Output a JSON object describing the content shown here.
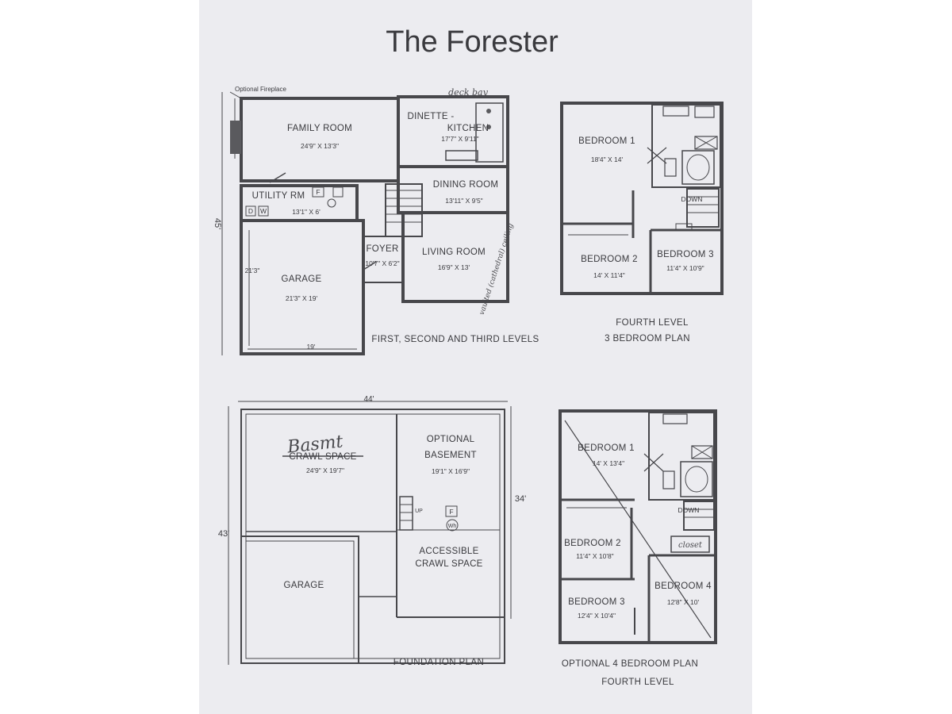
{
  "title": "The Forester",
  "first_plan": {
    "caption": "FIRST, SECOND AND THIRD LEVELS",
    "fireplace_note": "Optional Fireplace",
    "deck_note": "deck bay",
    "vaulted_note": "vaulted (cathedral) ceiling",
    "overall_dim": "45'",
    "garage_width": "19'",
    "garage_depth": "21'3\"",
    "rooms": [
      {
        "name": "FAMILY ROOM",
        "dim": "24'9\" X 13'3\""
      },
      {
        "name": "DINETTE -",
        "name2": "KITCHEN",
        "dim": "17'7\" X 9'11\""
      },
      {
        "name": "DINING ROOM",
        "dim": "13'11\" X 9'5\""
      },
      {
        "name": "UTILITY RM",
        "dim": "13'1\" X 6'"
      },
      {
        "name": "FOYER",
        "dim": "10'7\" X 6'2\""
      },
      {
        "name": "LIVING ROOM",
        "dim": "16'9\" X 13'"
      },
      {
        "name": "GARAGE",
        "dim": "21'3\" X 19'"
      }
    ]
  },
  "fourth_plan": {
    "caption_line1": "FOURTH LEVEL",
    "caption_line2": "3 BEDROOM PLAN",
    "rooms": [
      {
        "name": "BEDROOM 1",
        "dim": "18'4\" X 14'"
      },
      {
        "name": "BEDROOM 2",
        "dim": "14' X 11'4\""
      },
      {
        "name": "BEDROOM 3",
        "dim": "11'4\" X 10'9\""
      }
    ]
  },
  "foundation_plan": {
    "caption": "FOUNDATION PLAN",
    "width_dim": "44'",
    "depth_dim": "43'",
    "basement_depth": "34'",
    "handwritten": "Basmt",
    "rooms": [
      {
        "name": "CRAWL SPACE",
        "dim": "24'9\" X 19'7\""
      },
      {
        "name": "OPTIONAL",
        "name2": "BASEMENT",
        "dim": "19'1\" X 16'9\""
      },
      {
        "name": "ACCESSIBLE",
        "name2": "CRAWL SPACE"
      },
      {
        "name": "GARAGE"
      }
    ]
  },
  "optional_plan": {
    "caption_line1": "OPTIONAL 4 BEDROOM PLAN",
    "caption_line2": "FOURTH LEVEL",
    "closet_note": "closet",
    "rooms": [
      {
        "name": "BEDROOM 1",
        "dim": "14' X 13'4\""
      },
      {
        "name": "BEDROOM 2",
        "dim": "11'4\" X 10'8\""
      },
      {
        "name": "BEDROOM 3",
        "dim": "12'4\" X 10'4\""
      },
      {
        "name": "BEDROOM 4",
        "dim": "12'8\" X 10'"
      }
    ]
  },
  "symbols": {
    "furnace": "F",
    "water_heater": "Wh",
    "dryer": "D",
    "washer": "W",
    "up": "UP",
    "down": "DOWN"
  }
}
